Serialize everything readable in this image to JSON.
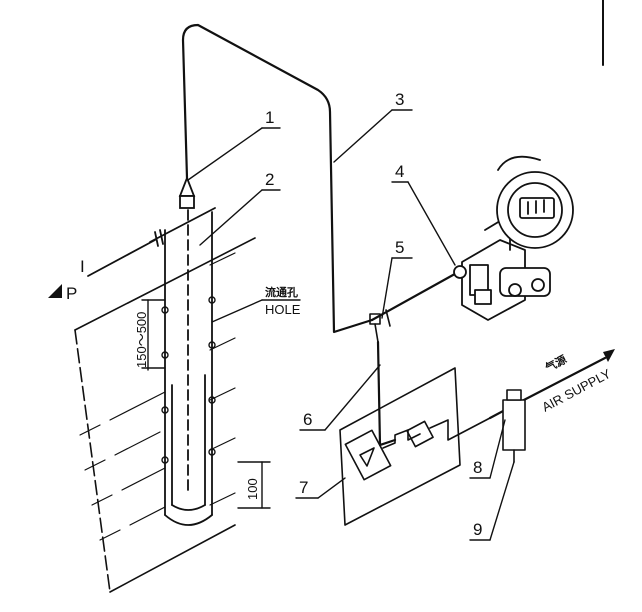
{
  "callouts": [
    "1",
    "2",
    "3",
    "4",
    "5",
    "6",
    "7",
    "8",
    "9"
  ],
  "level_marker": "I",
  "pressure_label": "P",
  "hole_label_cn": "流通孔",
  "hole_label_en": "HOLE",
  "dim_spacing": "150～500",
  "dim_bottom": "100",
  "air_label_cn": "气源",
  "air_label_en": "AIR SUPPLY",
  "colors": {
    "ink": "#111111",
    "background": "#ffffff"
  }
}
